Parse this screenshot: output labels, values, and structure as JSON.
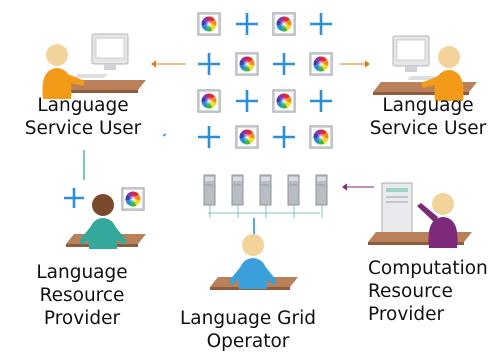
{
  "labels": {
    "user_left": [
      "Language",
      "Service User"
    ],
    "user_right": [
      "Language",
      "Service User"
    ],
    "resource_provider": [
      "Language",
      "Resource",
      "Provider"
    ],
    "grid_operator": [
      "Language Grid",
      "Operator"
    ],
    "computation_provider": [
      "Computation",
      "Resource",
      "Provider"
    ]
  },
  "icons": {
    "person": "person-icon",
    "computer": "computer-icon",
    "server": "server-icon",
    "service": "language-service-icon",
    "plus": "plus-icon",
    "arrow": "arrow-icon"
  },
  "colors": {
    "accent_blue": "#2d8fd8",
    "arrow_orange": "#e07a10",
    "arrow_purple": "#8a2a6e",
    "connector_teal": "#7fc5b8",
    "person_orange": "#f39a18",
    "person_teal": "#35a89c",
    "person_purple": "#7e2a7a",
    "person_blue": "#3aa0dc",
    "desk": "#b9805a",
    "skin": "#f2d49a",
    "monitor": "#e6e6e6",
    "server": "#b8bcc3"
  }
}
